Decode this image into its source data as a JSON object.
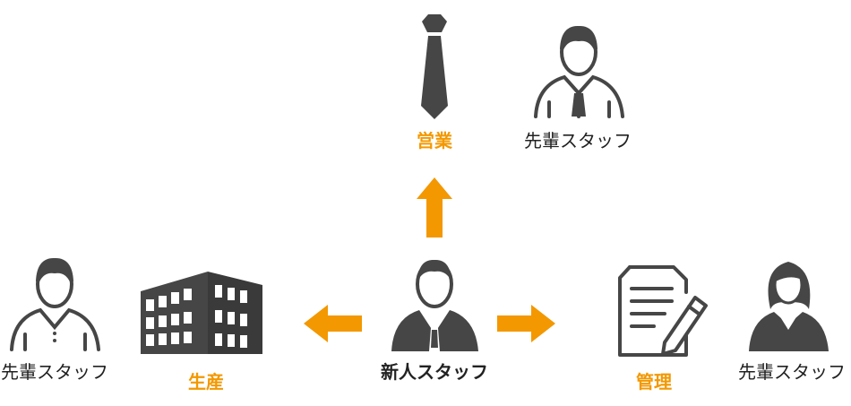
{
  "colors": {
    "accent": "#f39800",
    "icon": "#464646",
    "text": "#222222",
    "background": "#ffffff"
  },
  "center": {
    "label": "新人スタッフ",
    "icon": "businessman-icon"
  },
  "departments": {
    "sales": {
      "label": "営業",
      "icon": "necktie-icon",
      "senior": {
        "label": "先輩スタッフ",
        "icon": "male-staff-icon"
      }
    },
    "production": {
      "label": "生産",
      "icon": "factory-building-icon",
      "senior": {
        "label": "先輩スタッフ",
        "icon": "male-staff-casual-icon"
      }
    },
    "management": {
      "label": "管理",
      "icon": "document-pen-icon",
      "senior": {
        "label": "先輩スタッフ",
        "icon": "female-staff-icon"
      }
    }
  },
  "arrows": [
    "arrow-up-icon",
    "arrow-left-icon",
    "arrow-right-icon"
  ]
}
